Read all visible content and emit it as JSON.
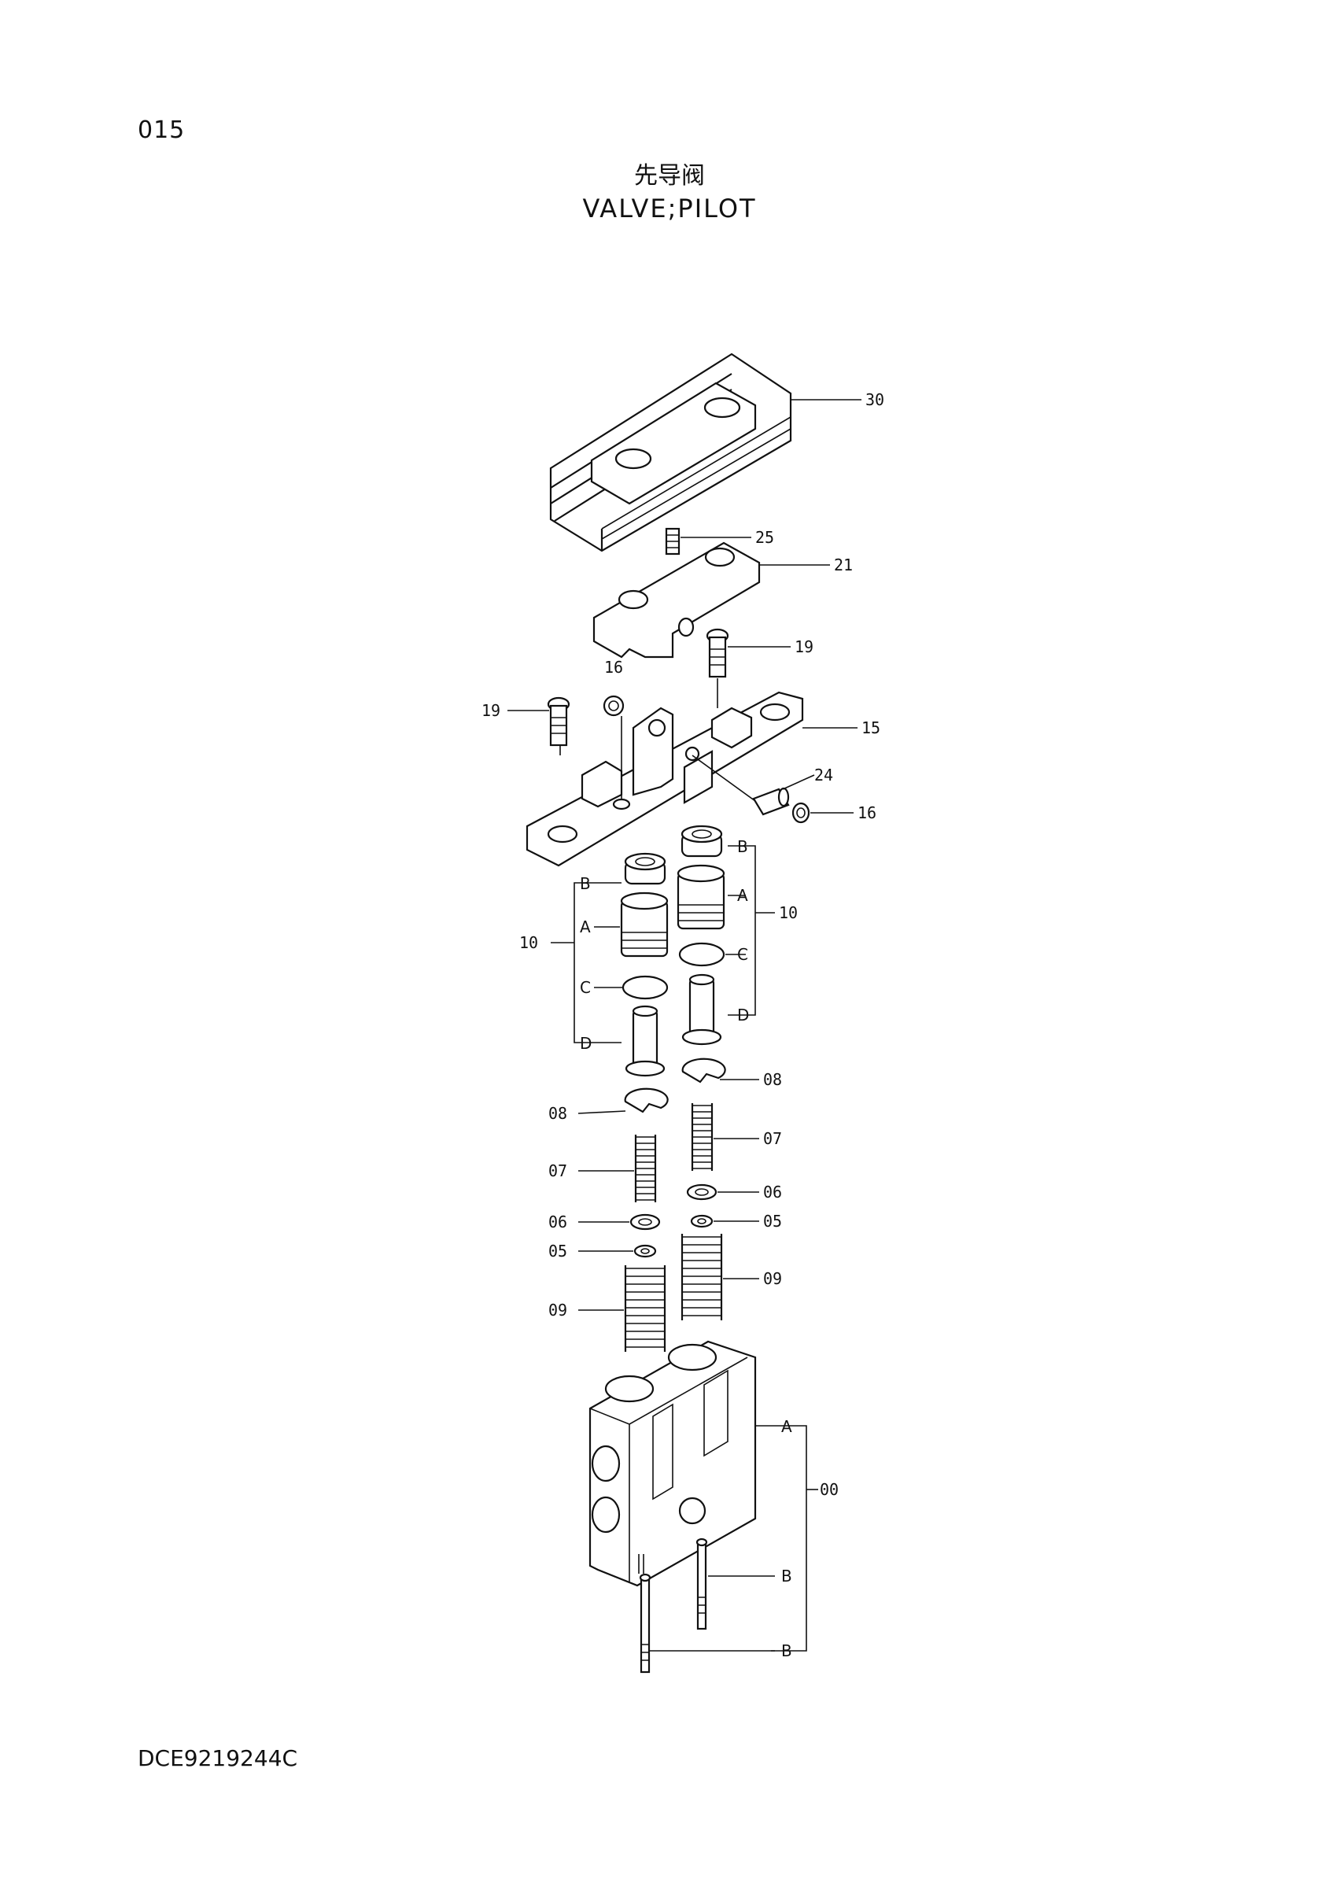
{
  "page_number": "015",
  "title_cn": "先导阀",
  "title_en": "VALVE;PILOT",
  "doc_code": "DCE9219244C",
  "callouts": {
    "c30": "30",
    "c25": "25",
    "c21": "21",
    "c19a": "19",
    "c16a": "16",
    "c19b": "19",
    "c15": "15",
    "c24": "24",
    "c16b": "16",
    "c10l": "10",
    "c10r": "10",
    "c08l": "08",
    "c08r": "08",
    "c07l": "07",
    "c07r": "07",
    "c06l": "06",
    "c06r": "06",
    "c05l": "05",
    "c05r": "05",
    "c09l": "09",
    "c09r": "09",
    "c00": "00"
  },
  "sub_labels": {
    "lB": "B",
    "lA": "A",
    "lC": "C",
    "lD": "D",
    "rB": "B",
    "rA": "A",
    "rC": "C",
    "rD": "D",
    "bA": "A",
    "bB1": "B",
    "bB2": "B"
  }
}
